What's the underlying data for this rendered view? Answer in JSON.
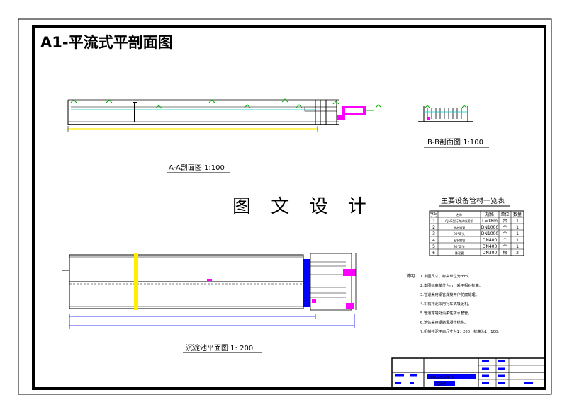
{
  "drawing": {
    "title": "A1-平流式平剖面图",
    "stamp": "图 文 设 计"
  },
  "views": {
    "section_aa": {
      "label": "A-A剖面图 1:100"
    },
    "section_bb": {
      "label": "B-B剖面图 1:100"
    },
    "plan": {
      "label": "沉淀池平面图  1: 200"
    }
  },
  "equipment_table": {
    "title": "主要设备管材一览表",
    "headers": [
      "序号",
      "名称",
      "规格",
      "单位",
      "数量"
    ],
    "rows": [
      [
        "1",
        "GJHS型行车式吸泥机",
        "L=18m",
        "台",
        "1"
      ],
      [
        "2",
        "进水钢管",
        "DN1000",
        "个",
        "1"
      ],
      [
        "3",
        "90°弯头",
        "DN1000",
        "个",
        "1"
      ],
      [
        "4",
        "出水钢管",
        "DN400",
        "个",
        "1"
      ],
      [
        "5",
        "90°弯头",
        "DN400",
        "个",
        "1"
      ],
      [
        "6",
        "排泥管",
        "DN300",
        "根",
        "2"
      ]
    ]
  },
  "notes": {
    "label": "说明：",
    "items": [
      "1.本图尺寸、标高单位为mm。",
      "2.本图标高单位为m，采用相对标高。",
      "3.管道采用钢管焊接并作防腐处理。",
      "4.机械排泥采用行车式吸泥机。",
      "5.管道穿墙处设柔性防水套管。",
      "6.池体采用钢筋混凝土结构。",
      "7.机械排泥平面尺寸为1：200，标高为1：100。"
    ]
  },
  "title_block": {
    "company": "给排水工程设计",
    "drawing_name": "沉淀池"
  },
  "colors": {
    "frame": "#000000",
    "water": "#00c8c8",
    "plants": "#00b000",
    "pipe": "#ff00ff",
    "channel": "#0000ff",
    "scraper": "#ffee00",
    "dimension": "#0000ff",
    "title": "#ff0000"
  }
}
